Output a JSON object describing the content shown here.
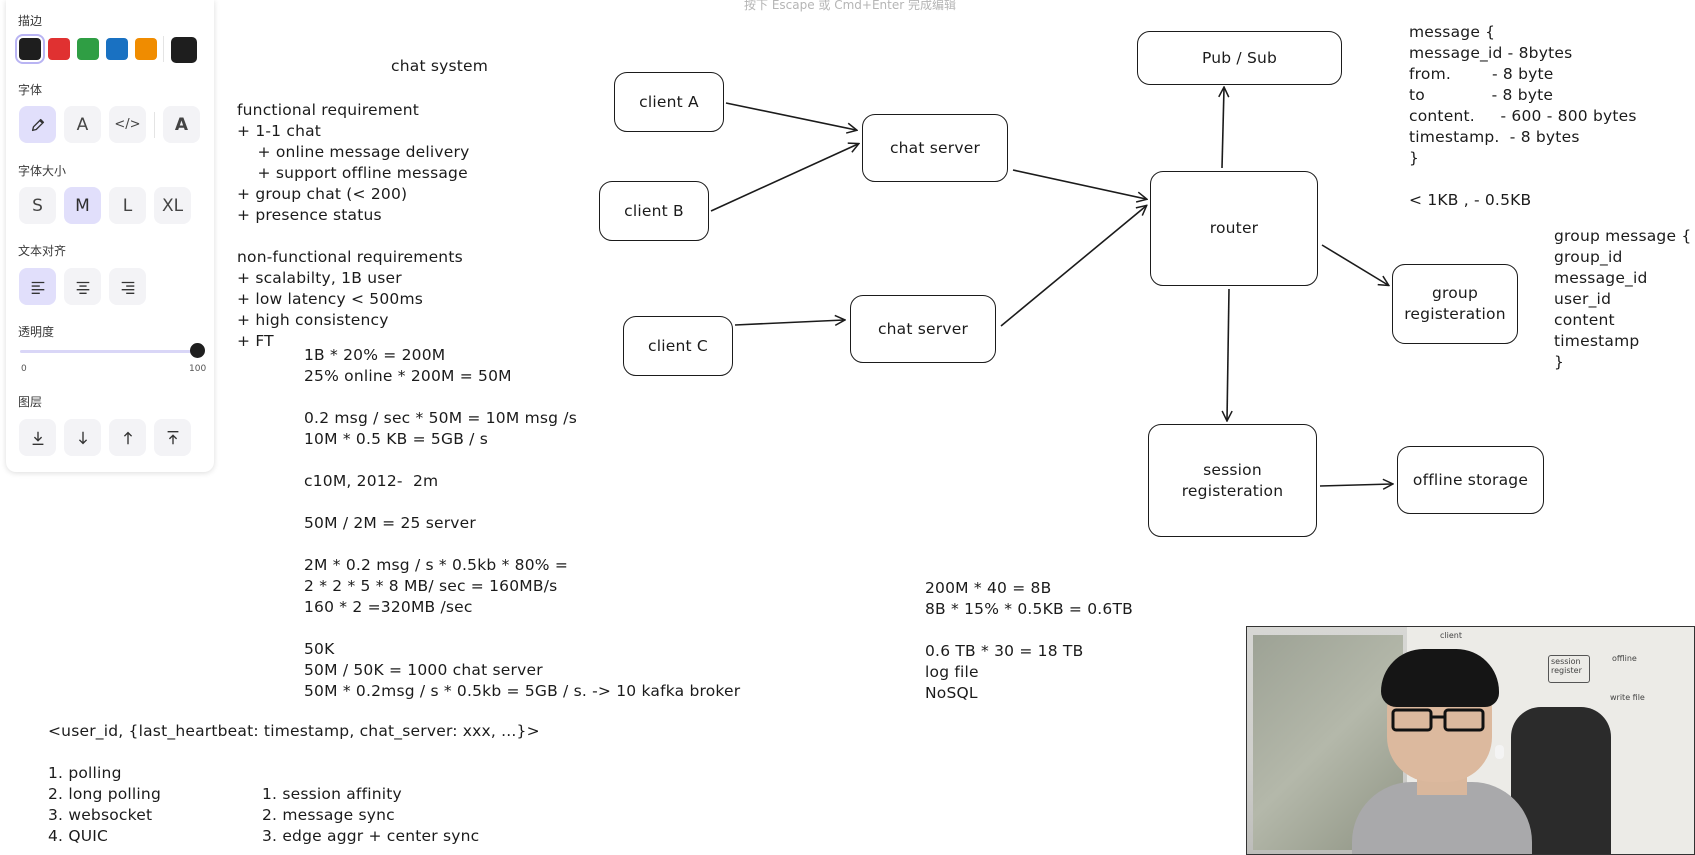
{
  "hint": "按下 Escape 或 Cmd+Enter 完成编辑",
  "toolbar": {
    "stroke_label": "描边",
    "stroke_colors": [
      "#1e1e1e",
      "#e03131",
      "#2f9e44",
      "#1971c2",
      "#f08c00"
    ],
    "stroke_current": "#1e1e1e",
    "font_family_label": "字体",
    "font_buttons": [
      {
        "name": "hand-drawn",
        "icon": "pencil-icon"
      },
      {
        "name": "normal",
        "glyph": "A"
      },
      {
        "name": "code",
        "glyph": "</>"
      },
      {
        "name": "excalifont",
        "glyph": "A"
      }
    ],
    "font_size_label": "字体大小",
    "font_sizes": [
      "S",
      "M",
      "L",
      "XL"
    ],
    "font_size_selected": "M",
    "text_align_label": "文本对齐",
    "text_align_selected": "left",
    "opacity_label": "透明度",
    "opacity_min": "0",
    "opacity_max": "100",
    "opacity_value": 100,
    "layers_label": "图层",
    "layer_buttons": [
      "send-to-back",
      "send-backward",
      "bring-forward",
      "bring-to-front"
    ]
  },
  "canvas": {
    "title": "chat system",
    "requirements": "functional requirement\n+ 1-1 chat\n    + online message delivery\n    + support offline message\n+ group chat (< 200)\n+ presence status\n\nnon-functional requirements\n+ scalabilty, 1B user\n+ low latency < 500ms\n+ high consistency\n+ FT",
    "calc": "1B * 20% = 200M\n25% online * 200M = 50M\n\n0.2 msg / sec * 50M = 10M msg /s\n10M * 0.5 KB = 5GB / s\n\nc10M, 2012-  2m\n\n50M / 2M = 25 server\n\n2M * 0.2 msg / s * 0.5kb * 80% =\n2 * 2 * 5 * 8 MB/ sec = 160MB/s\n160 * 2 =320MB /sec\n\n50K\n50M / 50K = 1000 chat server\n50M * 0.2msg / s * 0.5kb = 5GB / s. -> 10 kafka broker",
    "presence_entry": "<user_id, {last_heartbeat: timestamp, chat_server: xxx, ...}>",
    "protocols": "1. polling\n2. long polling\n3. websocket\n4. QUIC",
    "sync_strategies": "1. session affinity\n2. message sync\n3. edge aggr + center sync",
    "storage_calc": "200M * 40 = 8B\n8B * 15% * 0.5KB = 0.6TB\n\n0.6 TB * 30 = 18 TB\nlog file\nNoSQL",
    "message_schema": "message {\nmessage_id - 8bytes\nfrom.        - 8 byte\nto             - 8 byte\ncontent.     - 600 - 800 bytes\ntimestamp.  - 8 bytes\n}\n\n< 1KB , - 0.5KB",
    "group_message_schema": "group message {\ngroup_id\nmessage_id\nuser_id\ncontent\ntimestamp\n}",
    "boxes": {
      "client_a": "client A",
      "client_b": "client B",
      "client_c": "client C",
      "chat_server_1": "chat server",
      "chat_server_2": "chat server",
      "pubsub": "Pub / Sub",
      "router": "router",
      "group_reg": "group\nregisteration",
      "session_reg": "session\nregisteration",
      "offline_storage": "offline storage"
    }
  },
  "webcam": {
    "whiteboard_1": "session\nregister",
    "whiteboard_2": "offline",
    "whiteboard_3": "write file",
    "whiteboard_4": "client"
  }
}
